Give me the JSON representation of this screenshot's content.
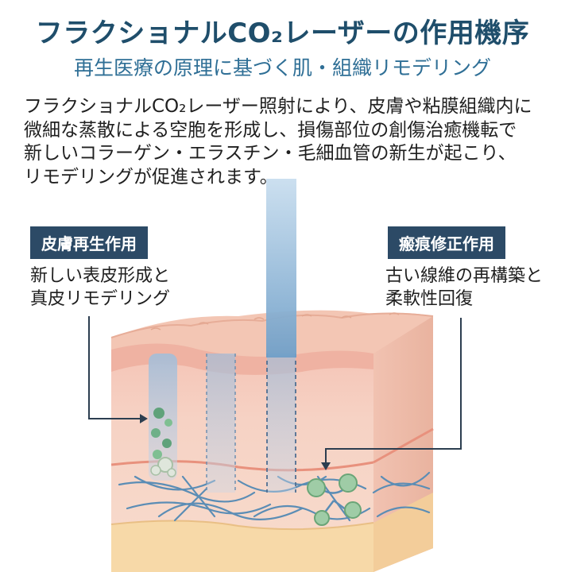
{
  "header": {
    "title": "フラクショナルCO₂レーザーの作用機序",
    "subtitle": "再生医療の原理に基づく肌・組織リモデリング"
  },
  "intro": {
    "lines": [
      "フラクショナルCO₂レーザー照射により、皮膚や粘膜組織内に",
      "微細な蒸散による空胞を形成し、損傷部位の創傷治癒機転で",
      "新しいコラーゲン・エラスチン・毛細血管の新生が起こり、",
      "リモデリングが促進されます。"
    ]
  },
  "left_panel": {
    "badge": "皮膚再生作用",
    "desc_lines": [
      "新しい表皮形成と",
      "真皮リモデリング"
    ]
  },
  "right_panel": {
    "badge": "瘢痕修正作用",
    "desc_lines": [
      "古い線維の再構築と",
      "柔軟性回復"
    ]
  },
  "colors": {
    "title": "#1f4e6b",
    "subtitle": "#2f6f96",
    "badge": "#2c4a66",
    "skin_top": "#f3c6b4",
    "skin_side": "#eeb9a6",
    "fat_layer": "#f7d9a8",
    "fiber": "#5b8db5",
    "cell": "#7fb58e"
  }
}
